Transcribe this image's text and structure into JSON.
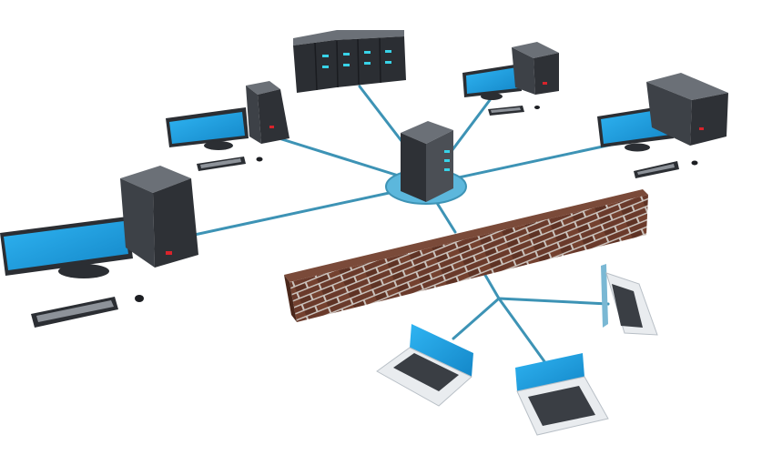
{
  "diagram": {
    "subject": "network-topology",
    "colors": {
      "background": "#ffffff",
      "cable": "#3d93b5",
      "hub_pad": "#5cb7dc",
      "screen": "#1fa4e6",
      "screen_dark": "#0f6c9d",
      "case_front": "#2e3136",
      "case_side": "#4b4f55",
      "case_top": "#6b7077",
      "brick": "#6a3a2b",
      "mortar": "#c9c1bb",
      "laptop_body": "#e9ecef",
      "led_red": "#d9232b",
      "led_cyan": "#38d3e8"
    },
    "nodes": [
      {
        "id": "central-server",
        "kind": "server"
      },
      {
        "id": "rack-server",
        "kind": "rack"
      },
      {
        "id": "desktop-top-left",
        "kind": "desktop"
      },
      {
        "id": "desktop-top-right",
        "kind": "desktop"
      },
      {
        "id": "desktop-right",
        "kind": "desktop"
      },
      {
        "id": "desktop-left",
        "kind": "desktop"
      },
      {
        "id": "firewall",
        "kind": "brick-wall"
      },
      {
        "id": "laptop-left",
        "kind": "laptop"
      },
      {
        "id": "laptop-middle",
        "kind": "laptop"
      },
      {
        "id": "laptop-right",
        "kind": "laptop"
      }
    ]
  }
}
